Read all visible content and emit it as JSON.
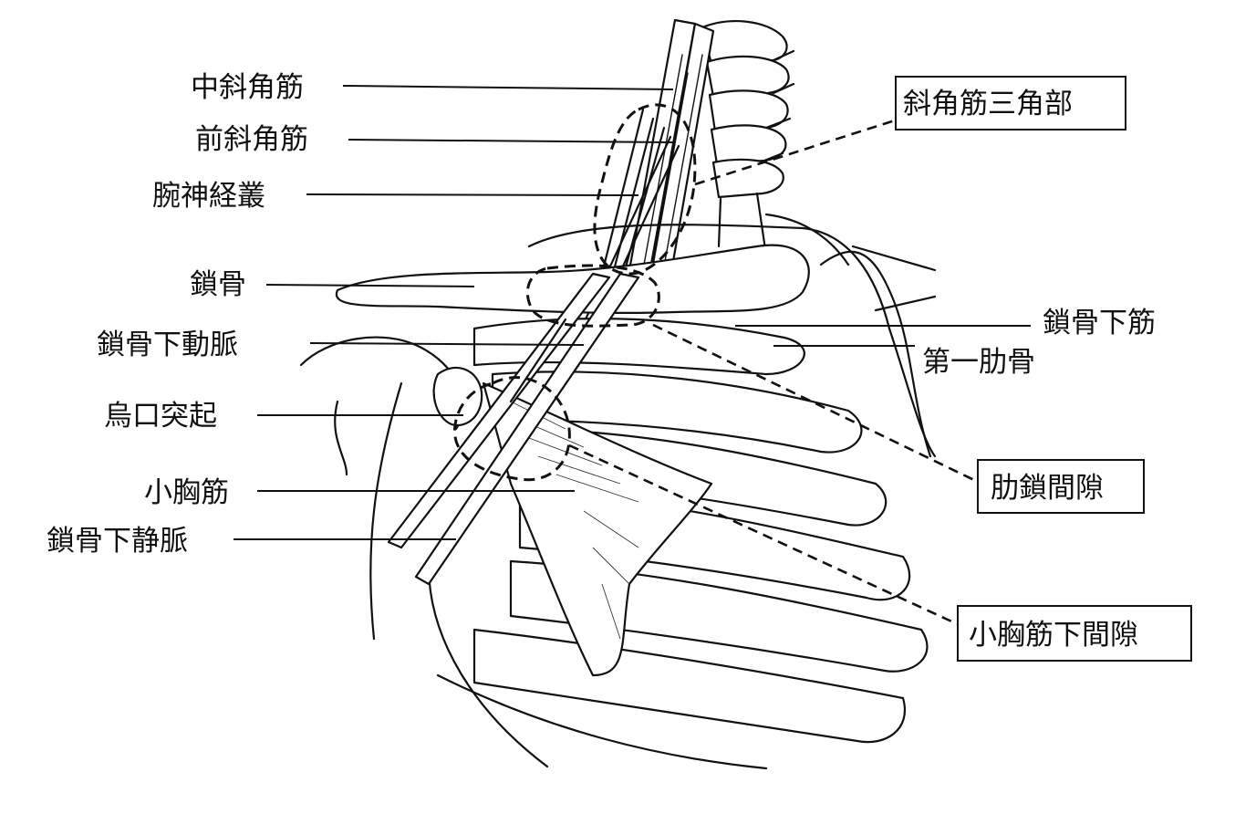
{
  "labels_left": [
    "中斜角筋",
    "前斜角筋",
    "腕神経叢",
    "鎖骨",
    "鎖骨下動脈",
    "烏口突起",
    "小胸筋",
    "鎖骨下静脈"
  ],
  "labels_right": [
    "鎖骨下筋",
    "第一肋骨"
  ],
  "boxed_labels": [
    "斜角筋三角部",
    "肋鎖間隙",
    "小胸筋下間隙"
  ]
}
